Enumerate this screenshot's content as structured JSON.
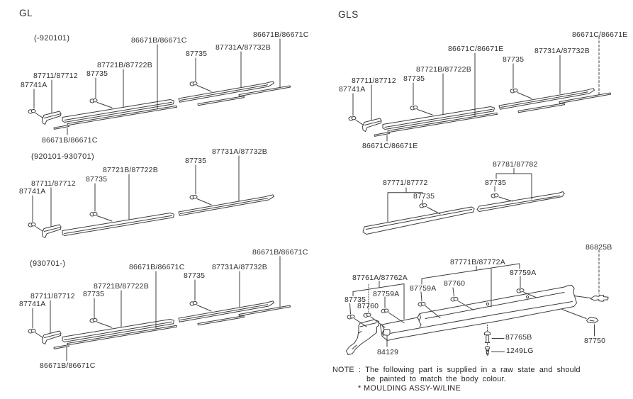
{
  "style": {
    "ink": "#2e2e2e",
    "line": "#3c3c3c",
    "bg": "#ffffff"
  },
  "gl": {
    "title": "GL",
    "v1": {
      "code": "(-920101)",
      "strip_center": "86671B/86671C",
      "strip_right": "86671B/86671C",
      "rear_moulding": "87731A/87732B",
      "clip_rear": "87735",
      "door_moulding": "87721B/87722B",
      "clip_front": "87735",
      "fender_moulding": "87711/87712",
      "fender_clip": "87741A",
      "strip_bottom": "86671B/86671C"
    },
    "v2": {
      "code": "(920101-930701)",
      "rear_moulding": "87731A/87732B",
      "clip_rear": "87735",
      "door_moulding": "87721B/87722B",
      "clip_front": "87735",
      "fender_moulding": "87711/87712",
      "fender_clip": "87741A"
    },
    "v3": {
      "code": "(930701-)",
      "strip_center": "86671B/86671C",
      "strip_right": "86671B/86671C",
      "rear_moulding": "87731A/87732B",
      "clip_rear": "87735",
      "door_moulding": "87721B/87722B",
      "clip_front": "87735",
      "fender_moulding": "87711/87712",
      "fender_clip": "87741A",
      "strip_bottom": "86671B/86671C"
    }
  },
  "gls": {
    "title": "GLS",
    "top": {
      "strip_center": "86671C/86671E",
      "strip_right": "86671C/86671E",
      "rear_moulding": "87731A/87732B",
      "clip_rear": "87735",
      "door_moulding": "87721B/87722B",
      "clip_front": "87735",
      "fender_moulding": "87711/87712",
      "fender_clip": "87741A",
      "strip_bottom": "86671C/86671E"
    },
    "mid": {
      "front_door_moulding": "87771/87772",
      "front_clip": "87735",
      "rear_door_moulding": "87781/87782",
      "rear_clip": "87735"
    },
    "bottom": {
      "end_clip_right": "86825B",
      "sill_moulding": "87771B/87772A",
      "clip_right": "87759A",
      "end_assy": "87761A/87762A",
      "clip_mid": "87759A",
      "grommet_mid": "87760",
      "clip_left": "87759A",
      "clip_87735": "87735",
      "grommet_left": "87760",
      "grommet_84129": "84129",
      "plug": "87765B",
      "screw": "1249LG",
      "clip_87750": "87750"
    }
  },
  "note": {
    "label": "NOTE :",
    "line1": "The following part is supplied in a raw state and should",
    "line2": "be painted to match the body colour.",
    "line3_star": "*",
    "line3": "MOULDING ASSY-W/LINE"
  }
}
